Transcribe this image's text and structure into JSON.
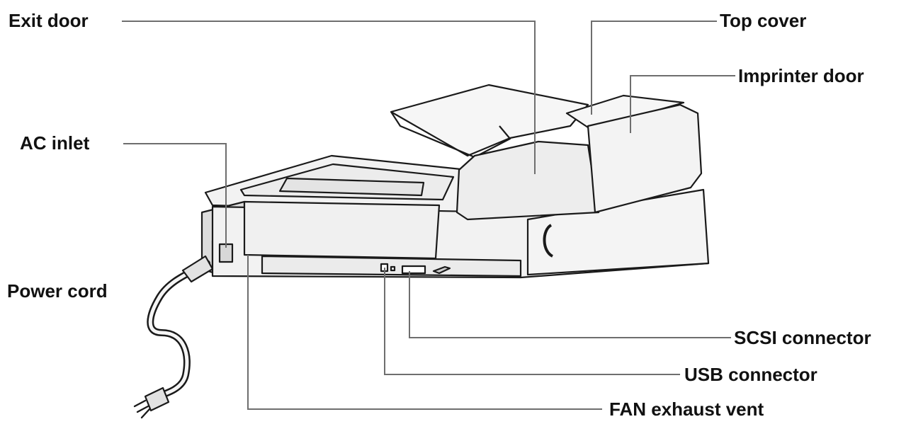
{
  "colors": {
    "leader_line": "#6e6e6e",
    "body_fill": "#f2f2f2",
    "body_shade": "#d9d9d9",
    "outline": "#1a1a1a",
    "label_text": "#111111"
  },
  "labels": {
    "exit_door": "Exit door",
    "top_cover": "Top cover",
    "imprinter_door": "Imprinter door",
    "ac_inlet": "AC inlet",
    "power_cord": "Power cord",
    "scsi_connector": "SCSI connector",
    "usb_connector": "USB connector",
    "fan_exhaust_vent": "FAN exhaust vent"
  }
}
